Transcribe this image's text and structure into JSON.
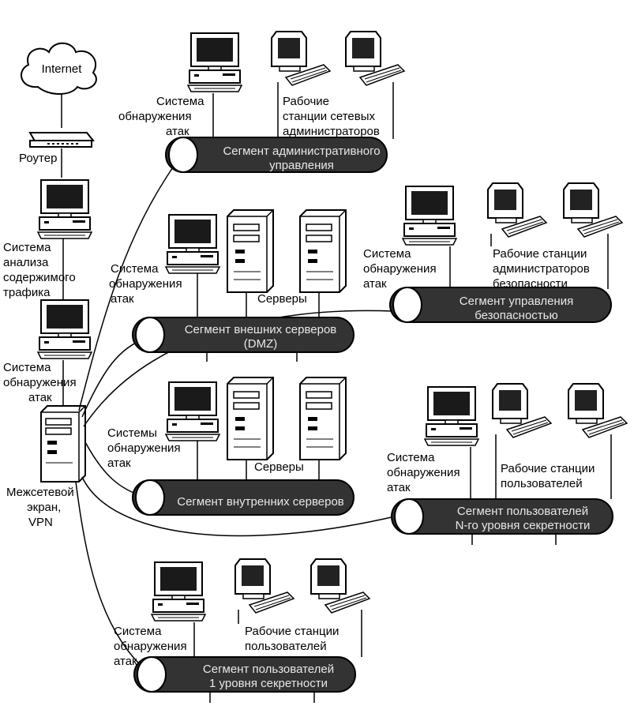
{
  "colors": {
    "ink": "#000000",
    "segment_fill": "#333333",
    "device_fill": "#ffffff",
    "cloud_fill": "#ffffff"
  },
  "icons": [
    "cloud-icon",
    "router-icon",
    "pc-icon",
    "workstation-icon",
    "server-icon",
    "firewall-icon",
    "segment-tube-icon"
  ],
  "internet": "Internet",
  "router": "Роутер",
  "content_analysis": [
    "Система",
    "анализа",
    "содержимого",
    "трафика"
  ],
  "ids_left": [
    "Система",
    "обнаружения",
    "атак"
  ],
  "firewall": [
    "Межсетевой",
    "экран,",
    "VPN"
  ],
  "admin": {
    "ids": [
      "Система",
      "обнаружения",
      "атак"
    ],
    "ws": [
      "Рабочие",
      "станции сетевых",
      "администраторов"
    ],
    "segment": [
      "Сегмент административного",
      "управления"
    ]
  },
  "dmz": {
    "ids": [
      "Система",
      "обнаружения",
      "атак"
    ],
    "servers": "Серверы",
    "segment": [
      "Сегмент внешних серверов",
      "(DMZ)"
    ]
  },
  "security": {
    "ids": [
      "Система",
      "обнаружения",
      "атак"
    ],
    "ws": [
      "Рабочие станции",
      "администраторов",
      "безопасности"
    ],
    "segment": [
      "Сегмент управления",
      "безопасностью"
    ]
  },
  "internal": {
    "ids": [
      "Системы",
      "обнаружения",
      "атак"
    ],
    "servers": "Серверы",
    "segment": [
      "Сегмент внутренних серверов"
    ]
  },
  "usersN": {
    "ids": [
      "Система",
      "обнаружения",
      "атак"
    ],
    "ws": [
      "Рабочие станции",
      "пользователей"
    ],
    "segment": [
      "Сегмент пользователей",
      "N-го уровня секретности"
    ]
  },
  "users1": {
    "ids": [
      "Система",
      "обнаружения",
      "атак"
    ],
    "ws": [
      "Рабочие станции",
      "пользователей"
    ],
    "segment": [
      "Сегмент пользователей",
      "1 уровня секретности"
    ]
  }
}
